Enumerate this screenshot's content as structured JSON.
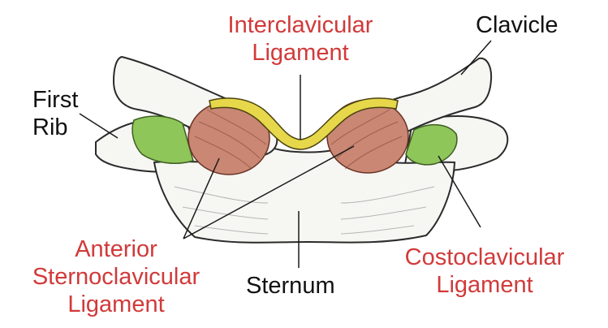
{
  "labels": {
    "interclavicular_line1": "Interclavicular",
    "interclavicular_line2": "Ligament",
    "clavicle": "Clavicle",
    "first_rib_line1": "First",
    "first_rib_line2": "Rib",
    "anterior_line1": "Anterior",
    "anterior_line2": "Sternoclavicular",
    "anterior_line3": "Ligament",
    "sternum": "Sternum",
    "costoclavicular_line1": "Costoclavicular",
    "costoclavicular_line2": "Ligament"
  },
  "colors": {
    "label_red": "#d13a3a",
    "label_black": "#111111",
    "interclavicular_ligament": "#e6d84a",
    "sternoclavicular_ligament": "#c98774",
    "costoclavicular_ligament": "#8fc65a",
    "bone": "#f6f6f3",
    "bone_outline": "#2a2a2a"
  }
}
